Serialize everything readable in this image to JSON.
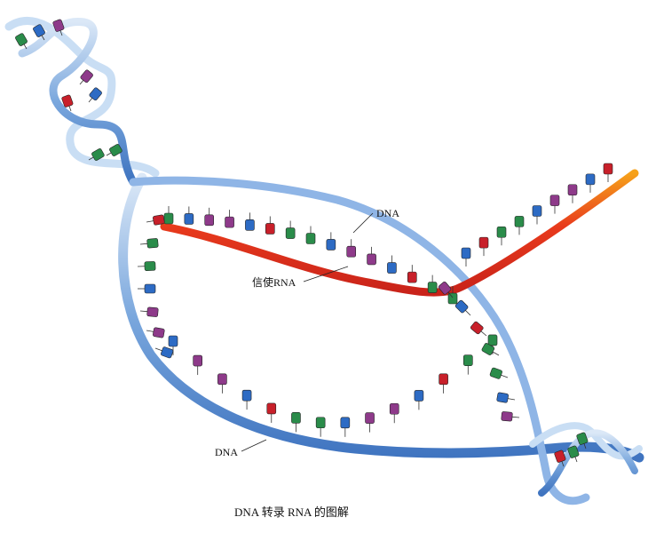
{
  "diagram": {
    "label_dna_top": "DNA",
    "label_mrna": "信使RNA",
    "label_dna_bottom": "DNA",
    "caption": "DNA 转录 RNA 的图解"
  },
  "colors": {
    "dna_backbone": "#5b8fd4",
    "dna_backbone_light": "#c9def4",
    "rna_strand": "#e83a1c",
    "rna_strand_edge": "#f6a21b",
    "base_adenine": "#2d6bc4",
    "base_guanine": "#8e3a8a",
    "base_cytosine": "#2a8c4a",
    "base_thymine": "#c8202a",
    "base_uracil": "#e8b54a"
  },
  "icons": {
    "double_helix": "dna-double-helix-icon",
    "rna_polymerase_bubble": "transcription-bubble-icon"
  }
}
